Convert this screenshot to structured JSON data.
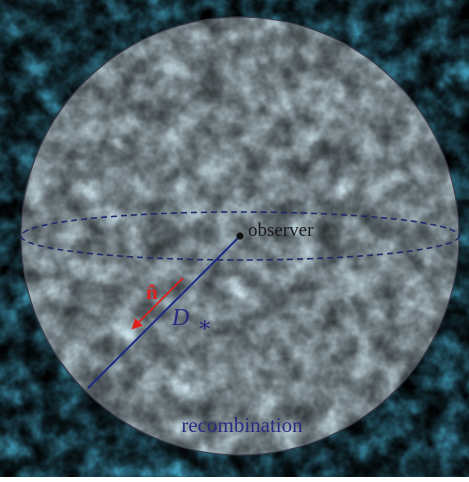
{
  "labels": {
    "observer": "observer",
    "direction_vector": "n̂",
    "distance_symbol": "D",
    "distance_subscript": "∗",
    "surface": "recombination"
  },
  "colors": {
    "sphere_outline": "#3a3a4a",
    "dashed_equator": "#1f2a6b",
    "radius_line": "#1b2a8a",
    "direction_arrow": "#e0201a",
    "observer_dot": "#111111",
    "text_dark": "#1a1a1a",
    "text_blue": "#2a2a80",
    "text_red": "#e0201a",
    "cmb_blue": "#2f8ac2",
    "cmb_teal": "#4aa89a",
    "cmb_orange": "#e6874a",
    "cmb_light": "#c9dfe8"
  },
  "icons": {
    "observer_marker": "observer-dot-icon",
    "direction_marker": "arrow-icon"
  }
}
